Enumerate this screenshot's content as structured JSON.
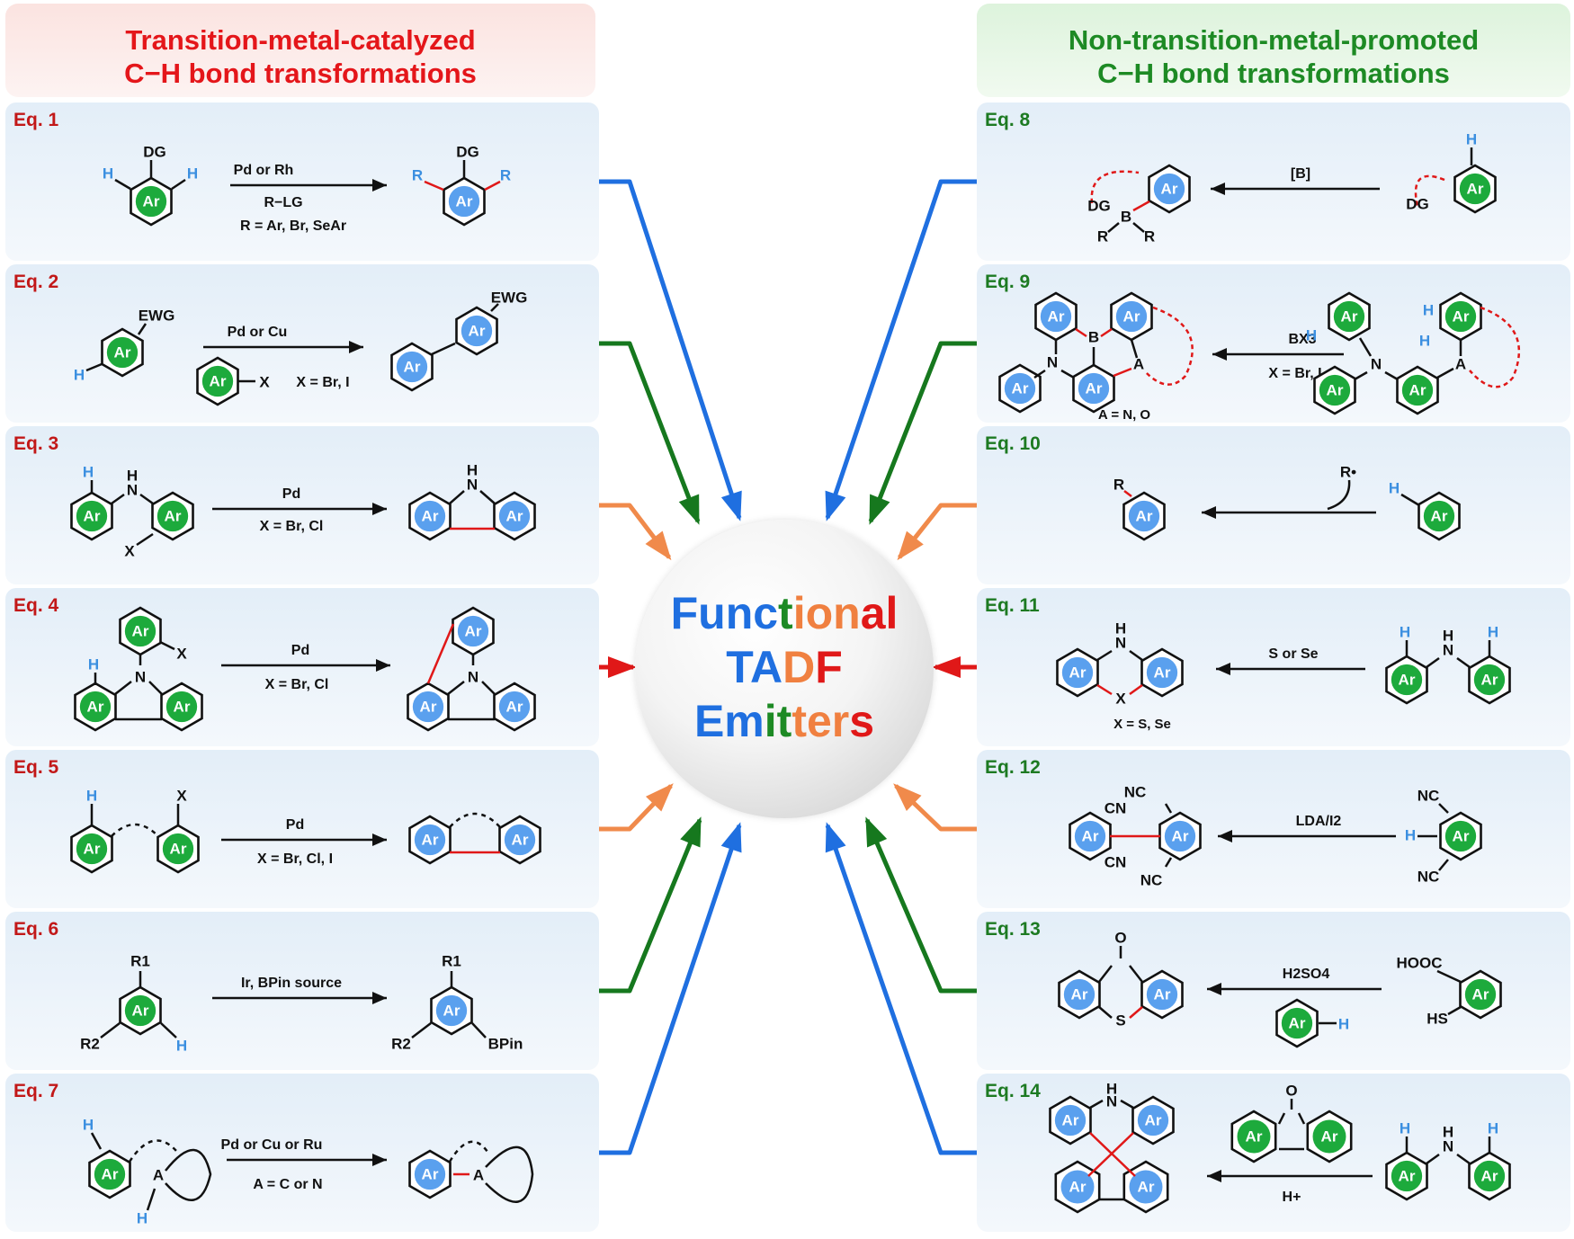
{
  "headers": {
    "left": {
      "line1": "Transition-metal-catalyzed",
      "line2": "C−H bond transformations"
    },
    "right": {
      "line1": "Non-transition-metal-promoted",
      "line2": "C−H bond transformations"
    }
  },
  "center": {
    "words": [
      [
        {
          "t": "Func",
          "c": "#1f6fe0"
        },
        {
          "t": "t",
          "c": "#1d8a24"
        },
        {
          "t": "ion",
          "c": "#f08040"
        },
        {
          "t": "al",
          "c": "#e01818"
        }
      ],
      [
        {
          "t": "TA",
          "c": "#1f6fe0"
        },
        {
          "t": "D",
          "c": "#f08040"
        },
        {
          "t": "F",
          "c": "#e01818"
        }
      ],
      [
        {
          "t": "Em",
          "c": "#1f6fe0"
        },
        {
          "t": "it",
          "c": "#1d8a24"
        },
        {
          "t": "ter",
          "c": "#f08040"
        },
        {
          "t": "s",
          "c": "#e01818"
        }
      ]
    ]
  },
  "colors": {
    "blue": "#1f6fe0",
    "green": "#16781e",
    "orange": "#f08a4b",
    "red": "#e01818",
    "ring_green": "#1daa3c",
    "ring_blue": "#5aa0ee",
    "bond_red": "#e01818",
    "label_blue": "#3b8fe0"
  },
  "left_panels": [
    {
      "eq": "Eq. 1",
      "reagents_top": "Pd or Rh",
      "reagents_bottom": [
        "R−LG",
        "R = Ar, Br, SeAr"
      ],
      "arrow_color": "blue"
    },
    {
      "eq": "Eq. 2",
      "reagents_top": "Pd or Cu",
      "reagents_bottom": [
        "X = Br, I"
      ],
      "arrow_color": "green"
    },
    {
      "eq": "Eq. 3",
      "reagents_top": "Pd",
      "reagents_bottom": [
        "X = Br, Cl"
      ],
      "arrow_color": "orange"
    },
    {
      "eq": "Eq. 4",
      "reagents_top": "Pd",
      "reagents_bottom": [
        "X = Br, Cl"
      ],
      "arrow_color": "red"
    },
    {
      "eq": "Eq. 5",
      "reagents_top": "Pd",
      "reagents_bottom": [
        "X = Br, Cl, I"
      ],
      "arrow_color": "orange"
    },
    {
      "eq": "Eq. 6",
      "reagents_top": "Ir, BPin source",
      "reagents_bottom": [],
      "arrow_color": "green"
    },
    {
      "eq": "Eq. 7",
      "reagents_top": "Pd or Cu or Ru",
      "reagents_bottom": [
        "A = C or N"
      ],
      "arrow_color": "blue"
    }
  ],
  "right_panels": [
    {
      "eq": "Eq. 8",
      "reagents_top": "[B]",
      "reagents_bottom": [],
      "arrow_color": "blue"
    },
    {
      "eq": "Eq. 9",
      "reagents_top": "BX3",
      "reagents_bottom": [
        "X = Br, I"
      ],
      "note": "A = N, O",
      "arrow_color": "green"
    },
    {
      "eq": "Eq. 10",
      "reagents_top": "R•",
      "reagents_bottom": [],
      "arrow_color": "orange"
    },
    {
      "eq": "Eq. 11",
      "reagents_top": "S or Se",
      "reagents_bottom": [],
      "note": "X = S, Se",
      "arrow_color": "red"
    },
    {
      "eq": "Eq. 12",
      "reagents_top": "LDA/I2",
      "reagents_bottom": [],
      "arrow_color": "orange"
    },
    {
      "eq": "Eq. 13",
      "reagents_top": "H2SO4",
      "reagents_bottom": [],
      "arrow_color": "green"
    },
    {
      "eq": "Eq. 14",
      "reagents_top": "",
      "reagents_bottom": [
        "H+"
      ],
      "arrow_color": "blue"
    }
  ],
  "labels": {
    "ar": "Ar",
    "h": "H",
    "dg": "DG",
    "r": "R",
    "ewg": "EWG",
    "x": "X",
    "n": "N",
    "nh": "H",
    "b": "B",
    "a": "A",
    "r1": "R1",
    "r2": "R2",
    "bpin": "BPin",
    "nc": "NC",
    "cn": "CN",
    "o": "O",
    "s": "S",
    "hooc": "HOOC",
    "hs": "HS"
  }
}
